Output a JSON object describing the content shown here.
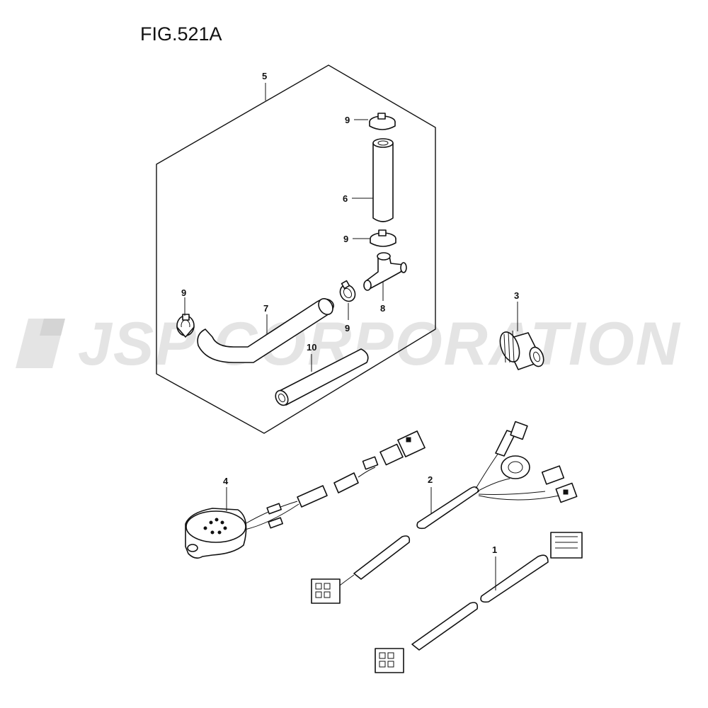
{
  "figure": {
    "title": "FIG.521A"
  },
  "watermark": {
    "text": "JSP CORPORATION"
  },
  "callouts": {
    "c1": "1",
    "c2": "2",
    "c3": "3",
    "c4": "4",
    "c5": "5",
    "c6": "6",
    "c7": "7",
    "c8": "8",
    "c9a": "9",
    "c9b": "9",
    "c9c": "9",
    "c9d": "9",
    "c10": "10"
  }
}
